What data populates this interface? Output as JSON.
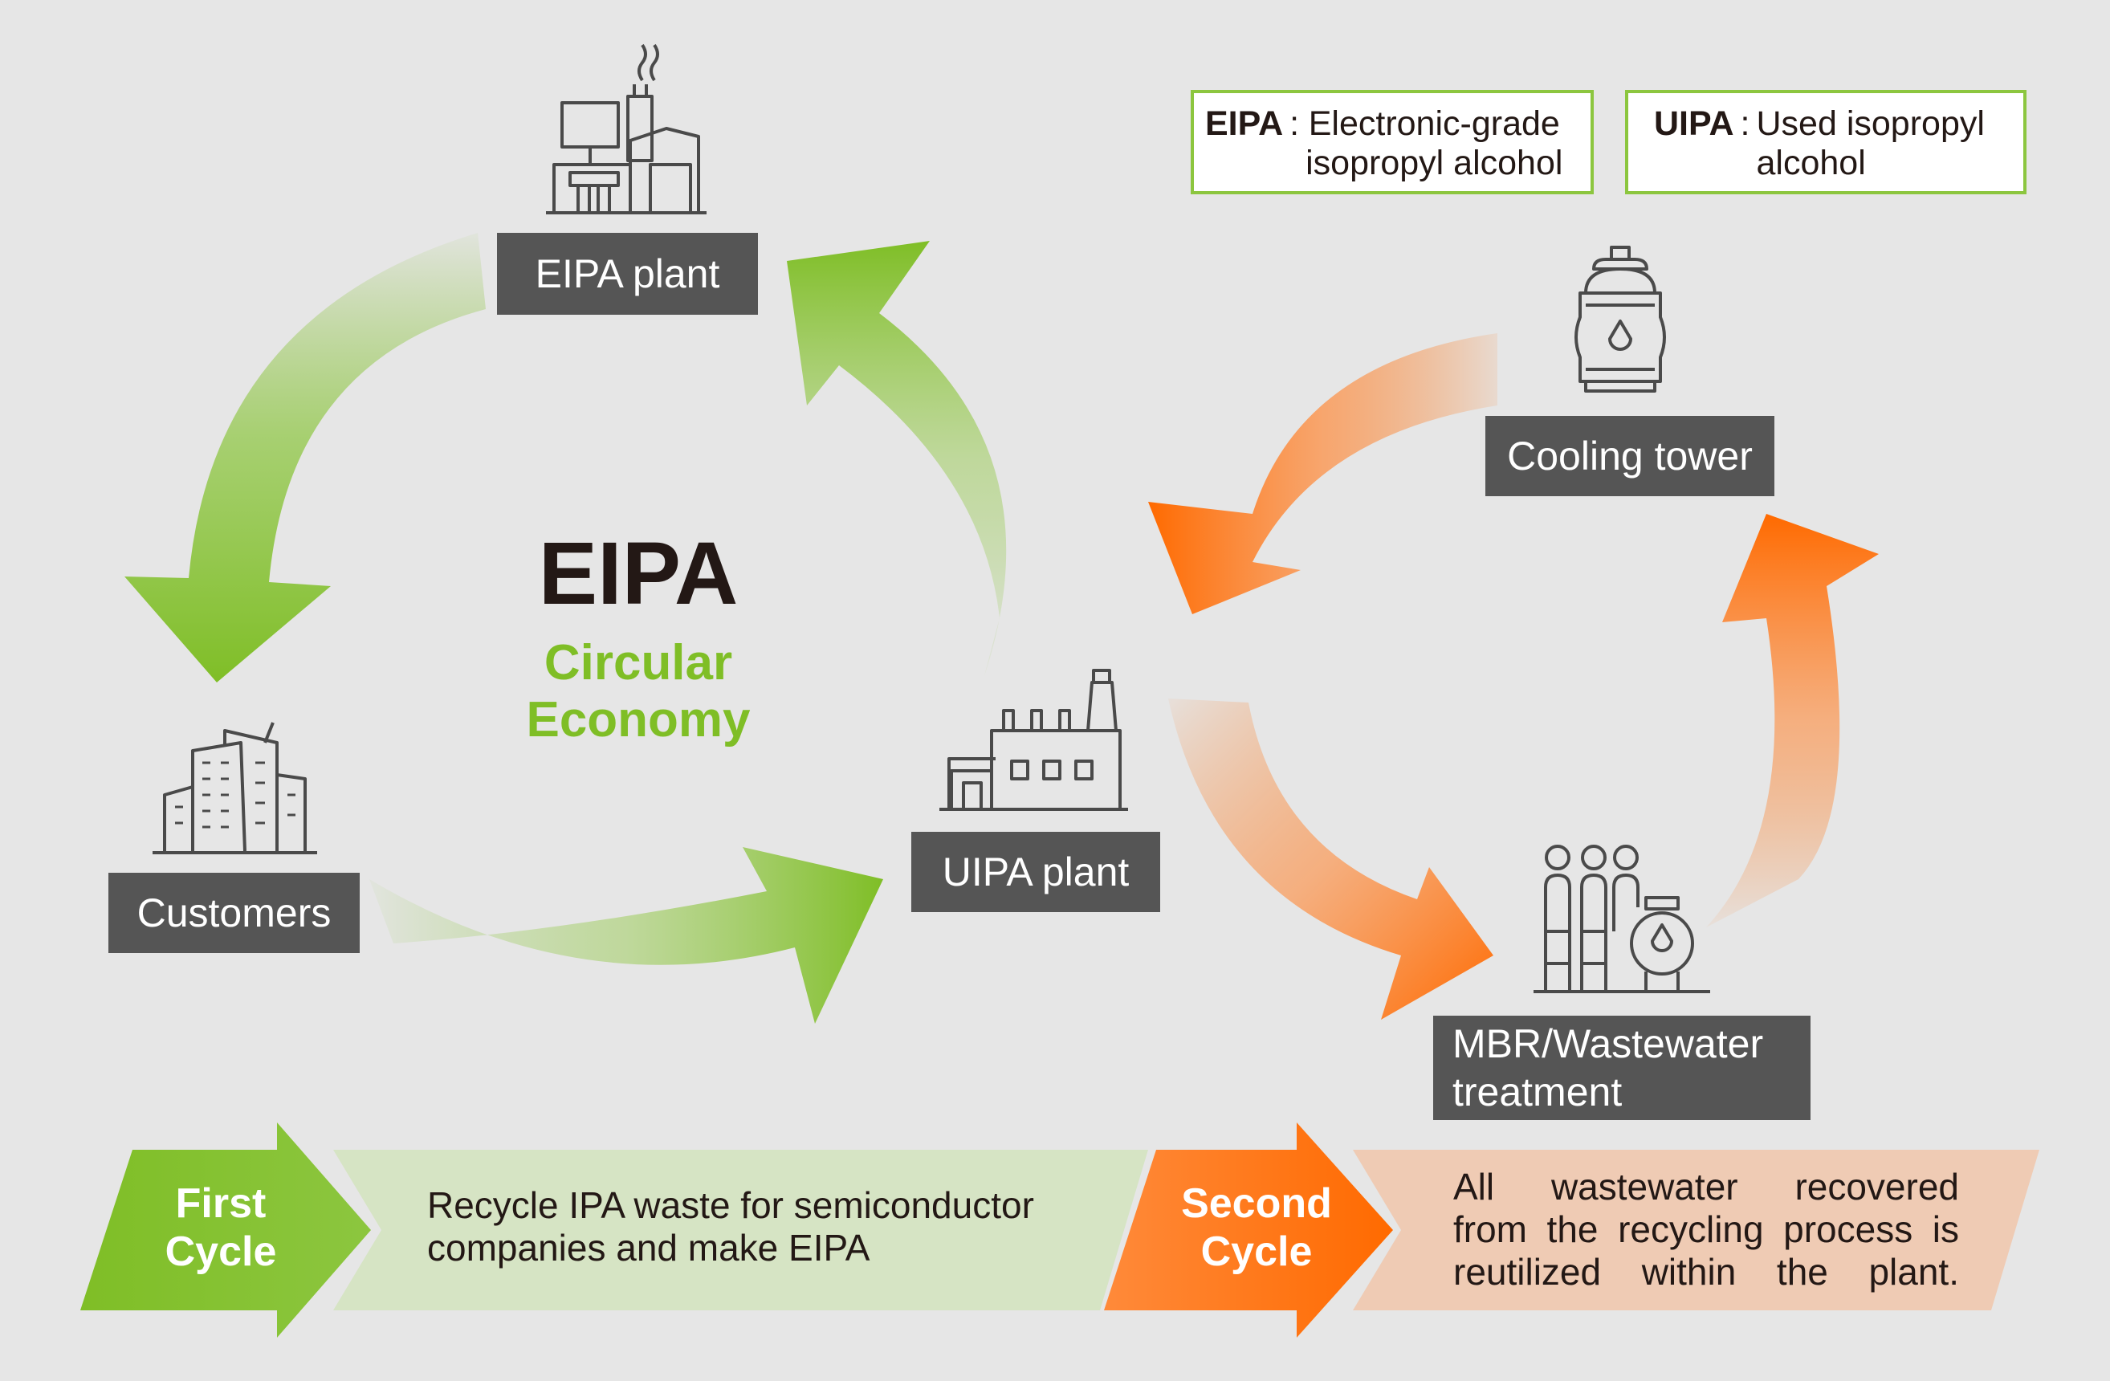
{
  "title": {
    "main": "EIPA",
    "subtitle": "Circular Economy"
  },
  "legend": [
    {
      "abbr": "EIPA",
      "definition_line1": "Electronic-grade",
      "definition_line2": "isopropyl alcohol"
    },
    {
      "abbr": "UIPA",
      "definition_line1": "Used isopropyl",
      "definition_line2": "alcohol"
    }
  ],
  "nodes": {
    "eipa_plant": "EIPA plant",
    "customers": "Customers",
    "uipa_plant": "UIPA plant",
    "cooling_tower": "Cooling tower",
    "mbr_line1": "MBR/Wastewater",
    "mbr_line2": "treatment"
  },
  "bands": {
    "first": {
      "label_line1": "First",
      "label_line2": "Cycle",
      "text_line1": "Recycle IPA waste for semiconductor",
      "text_line2": "companies and make EIPA"
    },
    "second": {
      "label_line1": "Second",
      "label_line2": "Cycle",
      "text_line1": "All wastewater recovered",
      "text_line2": "from the recycling process is",
      "text_line3": "reutilized within the plant."
    }
  },
  "colors": {
    "green": "#8cc63f",
    "green_light": "#d6e4c4",
    "orange": "#ff6a00",
    "orange_light": "#efcbb4",
    "node": "#555555",
    "icon": "#4a4a4a"
  }
}
